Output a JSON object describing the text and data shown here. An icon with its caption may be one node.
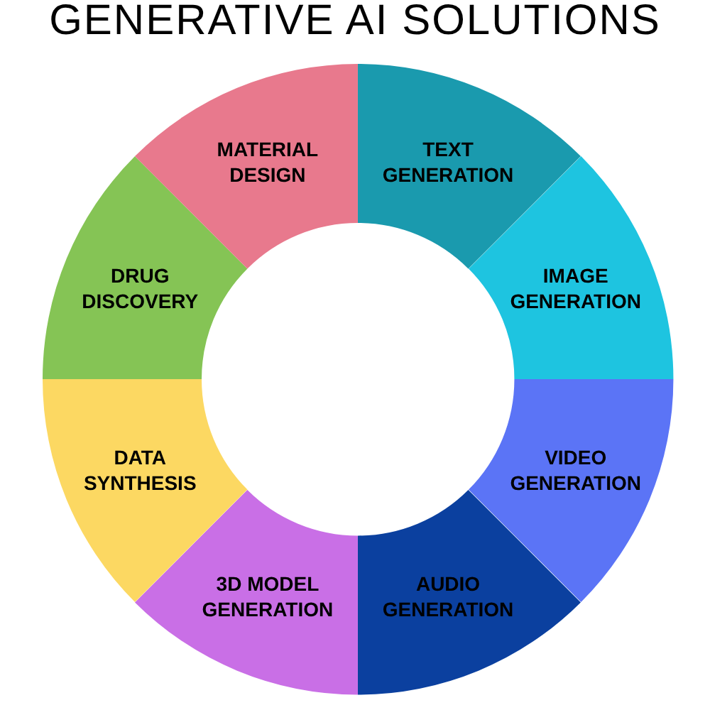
{
  "diagram": {
    "title": "GENERATIVE AI SOLUTIONS",
    "nodes": [
      {
        "text": [
          "TEXT GENERATION"
        ]
      },
      {
        "text": [
          "IMAGE GENERATION"
        ]
      },
      {
        "text": [
          "VIDEO GENERATION"
        ]
      },
      {
        "text": [
          "AUDIO GENERATION"
        ]
      },
      {
        "text": [
          "3D MODEL GENERATION"
        ]
      },
      {
        "text": [
          "DATA SYNTHESIS"
        ]
      },
      {
        "text": [
          "DRUG DISCOVERY"
        ]
      },
      {
        "text": [
          "MATERIAL DESIGN"
        ]
      }
    ]
  }
}
